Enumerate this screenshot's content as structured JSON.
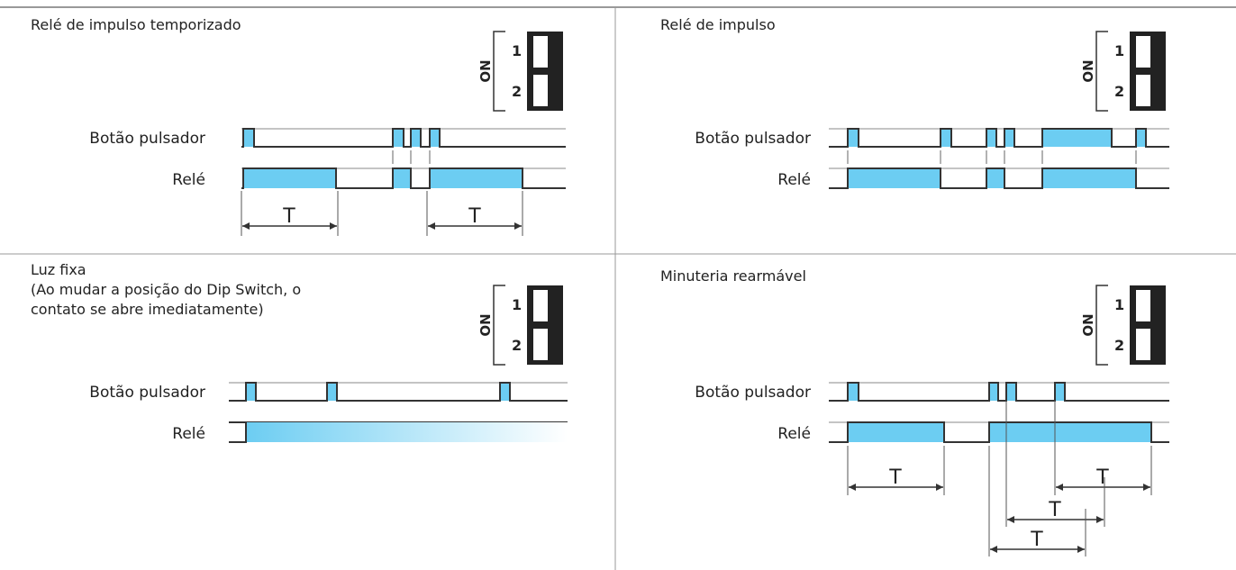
{
  "colors": {
    "pulse_fill": "#6ccdf2",
    "line": "#333333",
    "switch_body": "#222222",
    "switch_slot": "#ffffff"
  },
  "labels": {
    "button": "Botão pulsador",
    "relay": "Relé",
    "time": "T",
    "dip_on": "ON",
    "dip_1": "1",
    "dip_2": "2"
  },
  "panels": [
    {
      "title_lines": [
        "Relé de impulso temporizado"
      ],
      "dip_switch": {
        "switch_1": "up",
        "switch_2": "up"
      }
    },
    {
      "title_lines": [
        "Relé de impulso"
      ],
      "dip_switch": {
        "switch_1": "up",
        "switch_2": "down"
      }
    },
    {
      "title_lines": [
        "Luz fixa",
        "(Ao mudar a posição do Dip Switch, o",
        "contato se abre imediatamente)"
      ],
      "dip_switch": {
        "switch_1": "up",
        "switch_2": "up"
      }
    },
    {
      "title_lines": [
        "Minuteria rearmável"
      ],
      "dip_switch": {
        "switch_1": "up",
        "switch_2": "down"
      }
    }
  ]
}
